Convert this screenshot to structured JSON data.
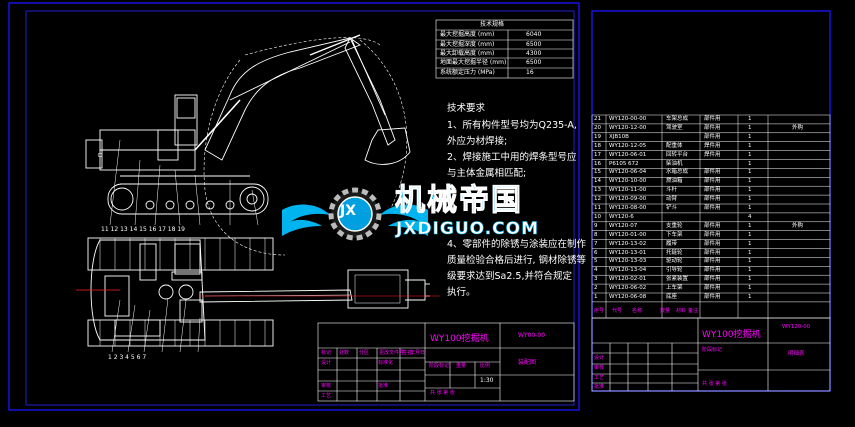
{
  "spec_table": {
    "title": "技术规格",
    "rows": [
      {
        "label": "最大挖掘高度 (mm)",
        "value": "6040"
      },
      {
        "label": "最大挖掘深度 (mm)",
        "value": "6500"
      },
      {
        "label": "最大卸载高度 (mm)",
        "value": "4300"
      },
      {
        "label": "地面最大挖掘半径 (mm)",
        "value": "6500"
      },
      {
        "label": "系统额定压力 (MPa)",
        "value": "16"
      }
    ]
  },
  "tech_requirements": {
    "title": "技术要求",
    "lines": [
      "1、所有构件型号均为Q235-A,",
      "外应为材焊接;",
      "2、焊接施工中用的焊条型号应",
      "与主体金属相匹配;",
      "4、零部件的除锈与涂装应在制作",
      "质量检验合格后进行, 钢材除锈等",
      "级要求达到Sa2.5,并符合规定",
      "执行。"
    ]
  },
  "title_block_left": {
    "name": "WY100挖掘机",
    "code": "WY00-00",
    "drawing_type": "装配图",
    "scale": "1:30",
    "headers": [
      "标记",
      "处数",
      "分区",
      "更改文件号",
      "签名",
      "年月日"
    ],
    "labels": [
      "设计",
      "标准化",
      "审核",
      "工艺",
      "批准",
      "阶段标记",
      "重量",
      "比例",
      "共 张 第 张"
    ]
  },
  "title_block_right": {
    "name": "WY100挖掘机",
    "code": "WY120-00",
    "drawing_type": "明细表",
    "headers": [
      "序号",
      "代号",
      "名称",
      "数量",
      "材料",
      "备注"
    ],
    "labels": [
      "设计",
      "审核",
      "工艺",
      "批准",
      "阶段标记",
      "共 张 第 张"
    ]
  },
  "bom_rows": [
    {
      "no": "21",
      "code": "WY120-00-00",
      "name": "车架总成",
      "mat": "部件用",
      "qty": "1",
      "note": ""
    },
    {
      "no": "20",
      "code": "WY120-12-00",
      "name": "驾驶室",
      "mat": "部件用",
      "qty": "1",
      "note": "外购"
    },
    {
      "no": "19",
      "code": "XJB10B",
      "name": "",
      "mat": "部件用",
      "qty": "1",
      "note": ""
    },
    {
      "no": "18",
      "code": "WY120-12-05",
      "name": "配重体",
      "mat": "焊件用",
      "qty": "1",
      "note": ""
    },
    {
      "no": "17",
      "code": "WY120-06-01",
      "name": "回转平台",
      "mat": "焊件用",
      "qty": "1",
      "note": ""
    },
    {
      "no": "16",
      "code": "P6105 672",
      "name": "柴油机",
      "mat": "",
      "qty": "1",
      "note": ""
    },
    {
      "no": "15",
      "code": "WY120-06-04",
      "name": "水箱总成",
      "mat": "部件用",
      "qty": "1",
      "note": ""
    },
    {
      "no": "14",
      "code": "WY120-10-00",
      "name": "燃油箱",
      "mat": "部件用",
      "qty": "1",
      "note": ""
    },
    {
      "no": "13",
      "code": "WY120-11-00",
      "name": "斗杆",
      "mat": "部件用",
      "qty": "1",
      "note": ""
    },
    {
      "no": "12",
      "code": "WY120-09-00",
      "name": "动臂",
      "mat": "部件用",
      "qty": "1",
      "note": ""
    },
    {
      "no": "11",
      "code": "WY120-08-00",
      "name": "铲斗",
      "mat": "部件用",
      "qty": "1",
      "note": ""
    },
    {
      "no": "10",
      "code": "WY120-6",
      "name": "",
      "mat": "",
      "qty": "4",
      "note": ""
    },
    {
      "no": "9",
      "code": "WY120-07",
      "name": "支重轮",
      "mat": "部件用",
      "qty": "1",
      "note": "外购"
    },
    {
      "no": "8",
      "code": "WY120-01-00",
      "name": "下车架",
      "mat": "部件用",
      "qty": "1",
      "note": ""
    },
    {
      "no": "7",
      "code": "WY120-13-02",
      "name": "履带",
      "mat": "部件用",
      "qty": "1",
      "note": ""
    },
    {
      "no": "6",
      "code": "WY120-13-01",
      "name": "托链轮",
      "mat": "部件用",
      "qty": "1",
      "note": ""
    },
    {
      "no": "5",
      "code": "WY120-13-03",
      "name": "驱动轮",
      "mat": "部件用",
      "qty": "1",
      "note": ""
    },
    {
      "no": "4",
      "code": "WY120-13-04",
      "name": "引导轮",
      "mat": "部件用",
      "qty": "1",
      "note": ""
    },
    {
      "no": "3",
      "code": "WY120-02-01",
      "name": "张紧装置",
      "mat": "部件用",
      "qty": "1",
      "note": ""
    },
    {
      "no": "2",
      "code": "WY120-06-02",
      "name": "上车架",
      "mat": "部件用",
      "qty": "1",
      "note": ""
    },
    {
      "no": "1",
      "code": "WY120-06-08",
      "name": "底座",
      "mat": "部件用",
      "qty": "1",
      "note": ""
    }
  ],
  "watermark": {
    "brand": "机械帝国",
    "domain": "JXDIGUO.COM",
    "badge": "JX"
  },
  "colors": {
    "frame": "#1a1aff",
    "title_magenta": "#ff00ff",
    "accent_cyan": "#00c8ff",
    "table_line": "#ffffff"
  }
}
